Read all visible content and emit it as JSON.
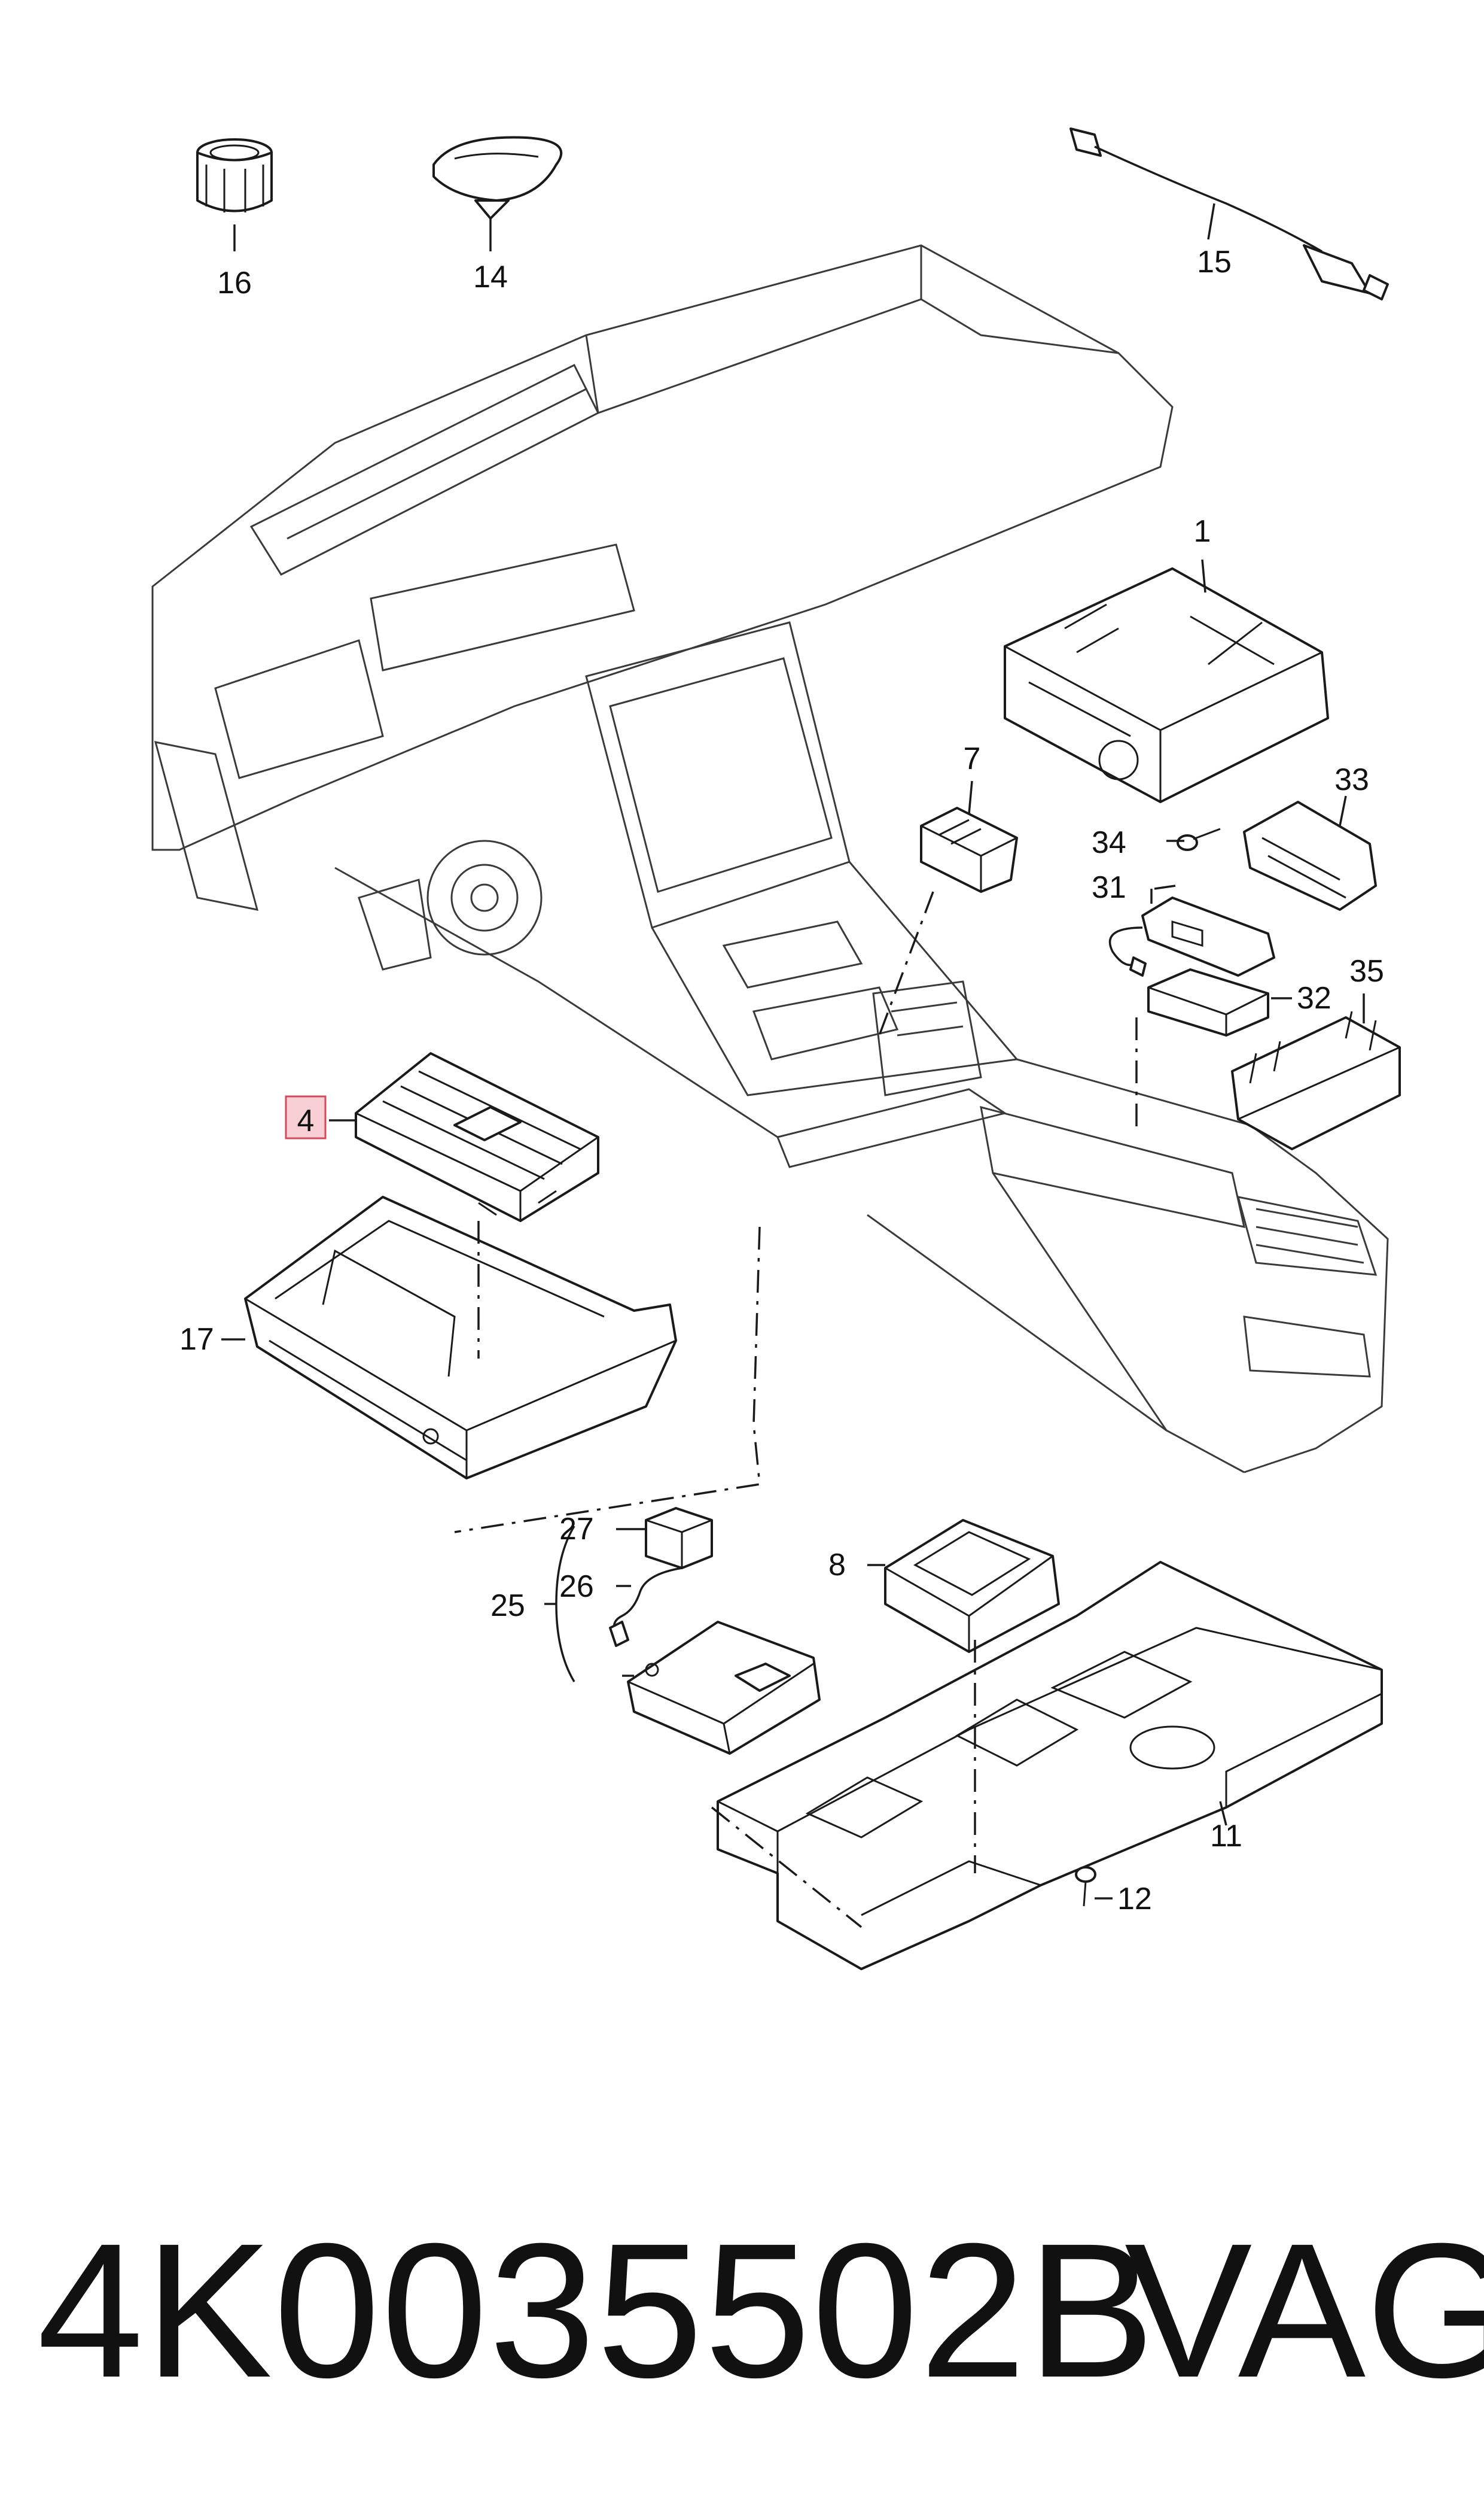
{
  "callouts": {
    "c1": "1",
    "c4": "4",
    "c7": "7",
    "c8": "8",
    "c11": "11",
    "c12": "12",
    "c14": "14",
    "c15": "15",
    "c16": "16",
    "c17": "17",
    "c25": "25",
    "c26": "26",
    "c27": "27",
    "c31": "31",
    "c32": "32",
    "c33": "33",
    "c34": "34",
    "c35": "35"
  },
  "highlighted_callout": "4",
  "highlight_color": "#f7cfd4",
  "footer": {
    "part_number": "4K0035502B",
    "brand": "VAG"
  }
}
